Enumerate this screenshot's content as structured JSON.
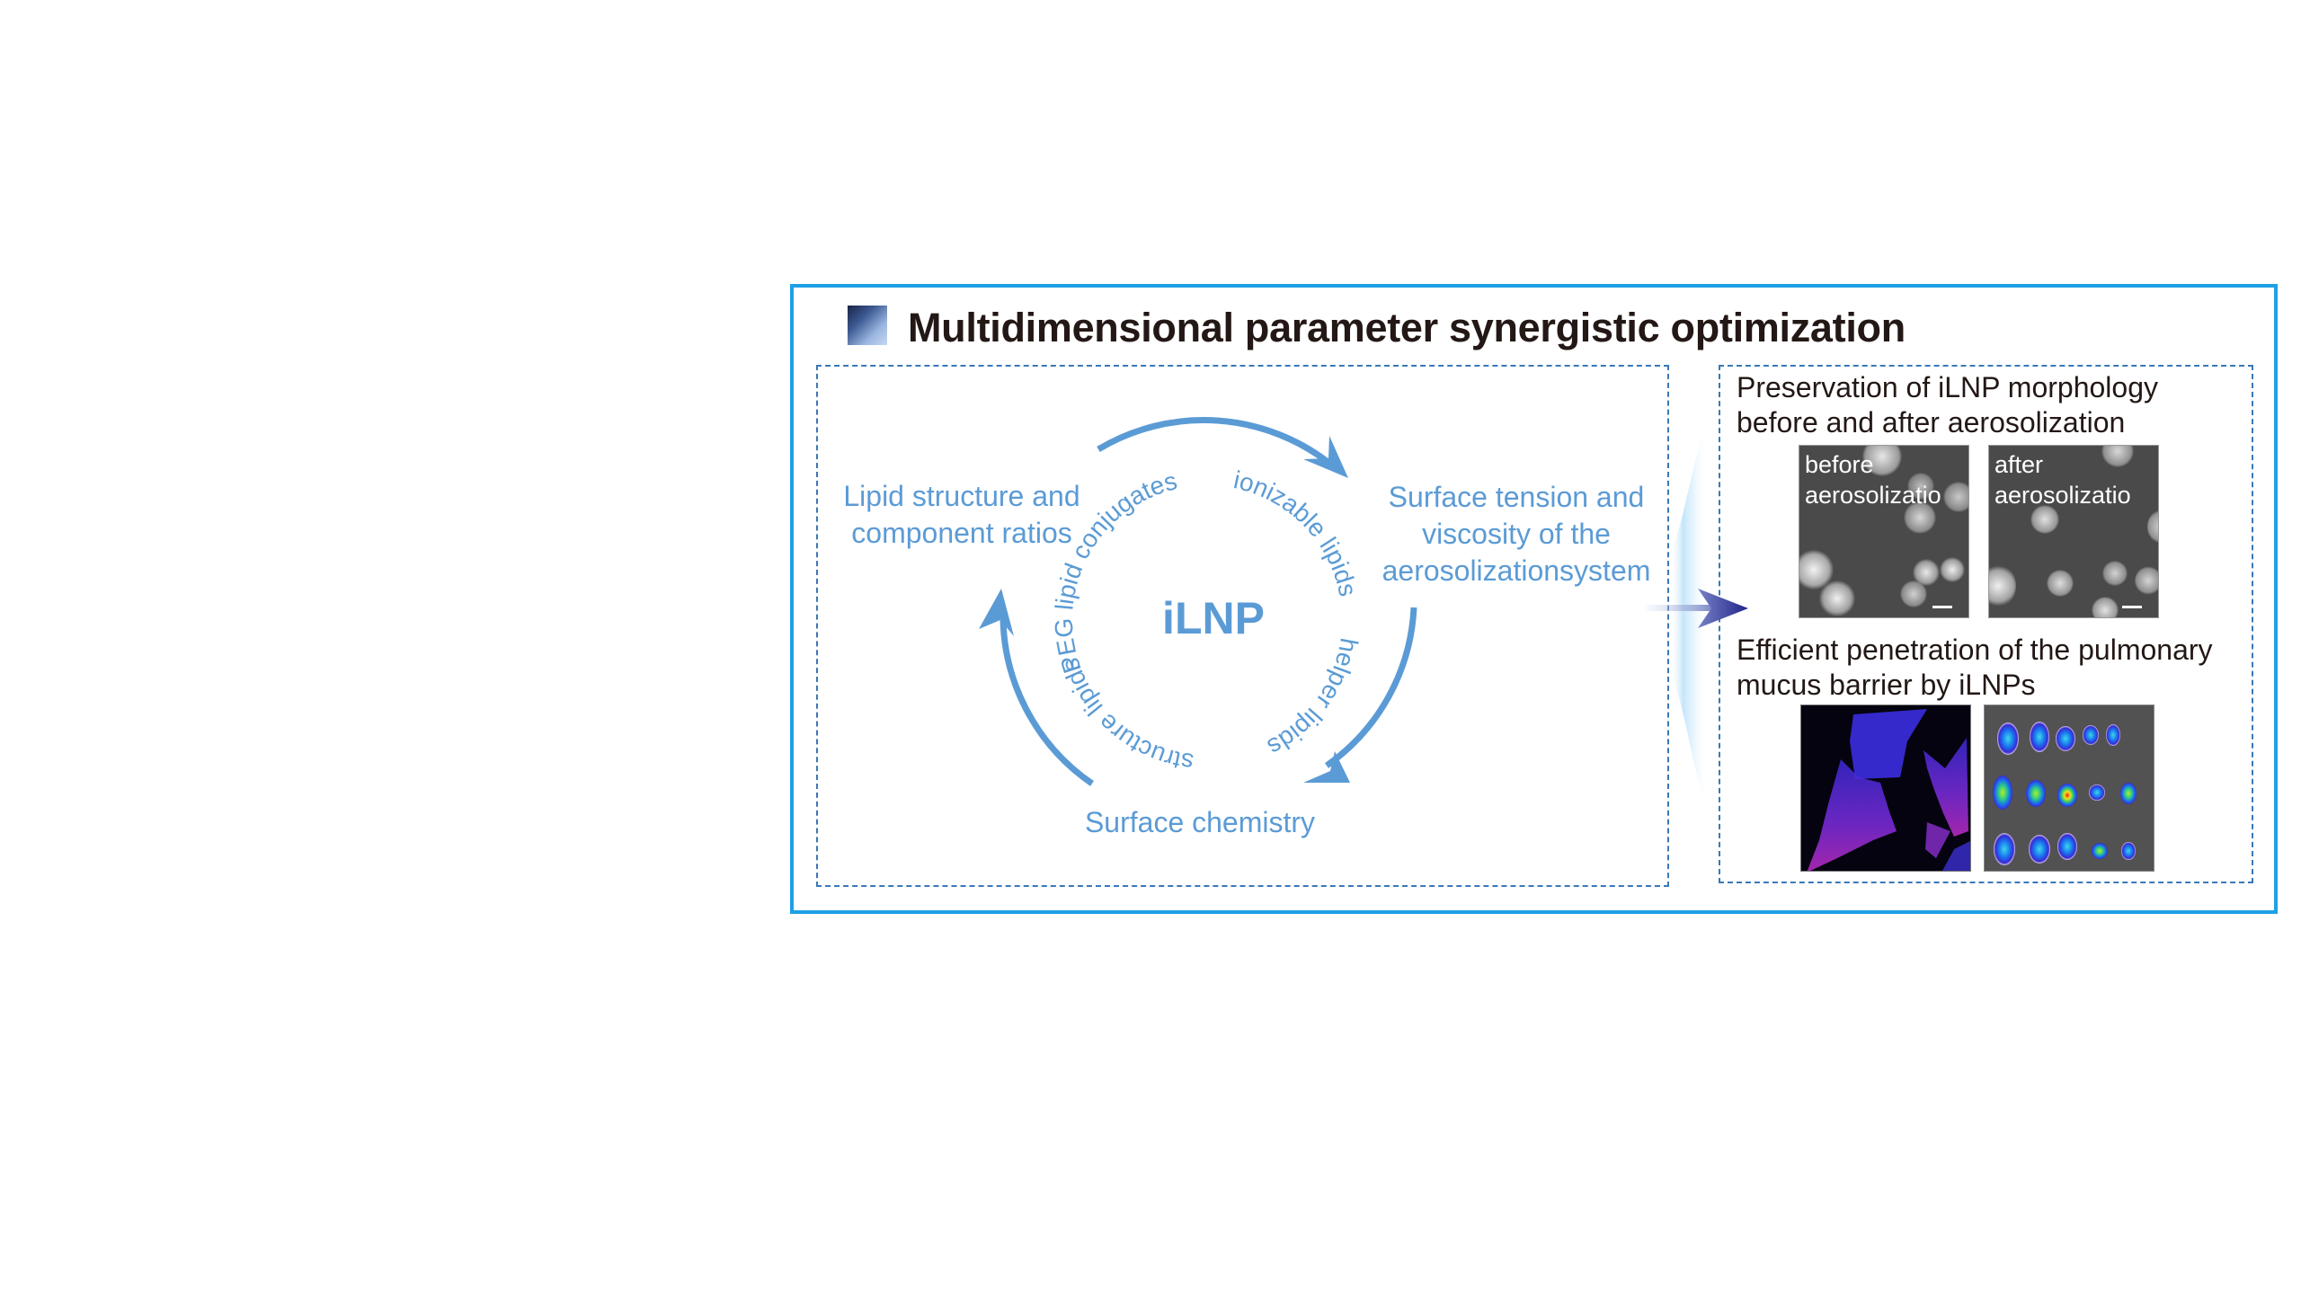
{
  "title": {
    "icon": "gradient-square-icon",
    "text": "Multidimensional parameter synergistic optimization"
  },
  "cycle": {
    "center_label": "iLNP",
    "nodes": {
      "left": [
        "Lipid structure and",
        "component ratios"
      ],
      "right": [
        "Surface tension and",
        "viscosity of the",
        "aerosolizationsystem"
      ],
      "bottom": "Surface chemistry"
    },
    "ring_labels": [
      "PEG lipid conjugates",
      "ionizable lipids",
      "helper lipids",
      "structure lipids"
    ],
    "arrow_direction": "clockwise"
  },
  "results": {
    "section1": {
      "heading": [
        "Preservation of iLNP morphology",
        "before and after aerosolization"
      ],
      "images": [
        {
          "label": [
            "before",
            "aerosolizatio"
          ],
          "type": "fluorescence-micrograph",
          "has_scale_bar": true
        },
        {
          "label": [
            "after",
            "aerosolizatio"
          ],
          "type": "fluorescence-micrograph",
          "has_scale_bar": true
        }
      ]
    },
    "section2": {
      "heading": [
        "Efficient penetration of the pulmonary",
        "mucus barrier by iLNPs"
      ],
      "images": [
        {
          "type": "lung-tissue-fluorescence-section"
        },
        {
          "type": "ex-vivo-organ-bioluminescence",
          "grid": "3 rows x 5 organs"
        }
      ]
    }
  },
  "colors": {
    "frame": "#1ea0e6",
    "dashed": "#3a78b8",
    "cycle_blue": "#5b9bd5",
    "title_text": "#231815",
    "arrow": "#3c3c9c"
  }
}
